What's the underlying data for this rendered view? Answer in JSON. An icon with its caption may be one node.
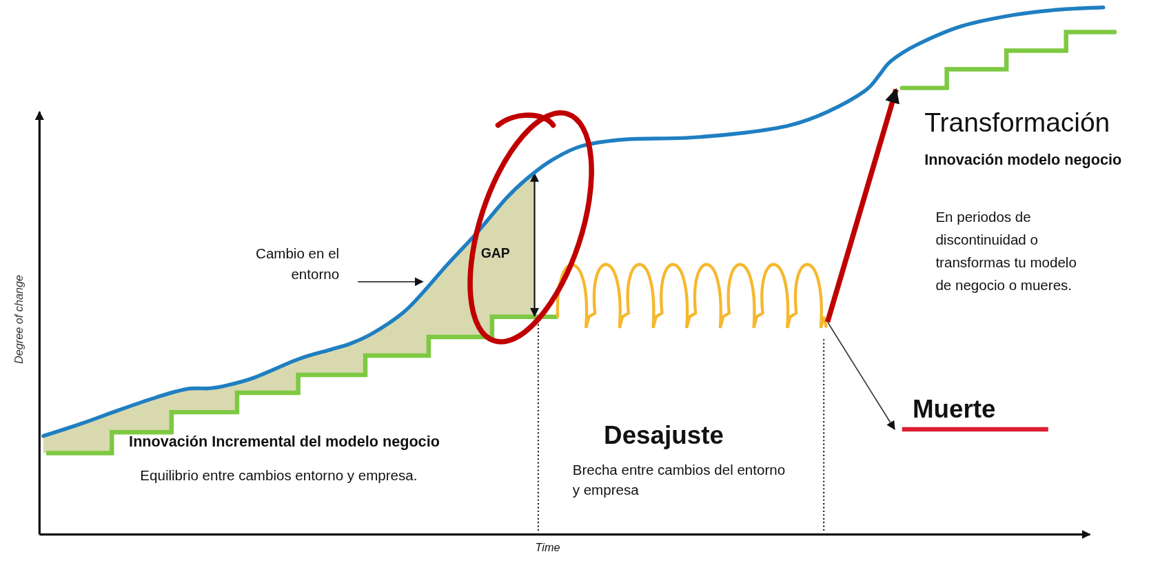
{
  "diagram": {
    "nodes": [
      {
        "text": [
          "Cambio en el entorno"
        ]
      },
      {
        "text": [],
        "shape": "line"
      },
      {
        "text": [],
        "shape": "line"
      },
      {
        "text": [
          "Muerte"
        ]
      }
    ],
    "edges": [
      {
        "from": 0,
        "to": null,
        "arrow": "to"
      },
      {
        "from": 1,
        "to": 2,
        "arrow": "to",
        "style": "thick",
        "color": "#c00000"
      },
      {
        "from": 1,
        "to": 3,
        "arrow": "to"
      }
    ],
    "labels": [
      "Transformación",
      "Innovación modelo negocio",
      "En periodos de discontinuidad o transformas tu modelo de negocio o mueres.",
      "GAP",
      "Degree of change",
      "Innovación Incremental del modelo negocio",
      "Desajuste",
      "Equilibrio entre cambios entorno y empresa.",
      "Brecha entre cambios del entorno y empresa",
      "Time"
    ]
  }
}
